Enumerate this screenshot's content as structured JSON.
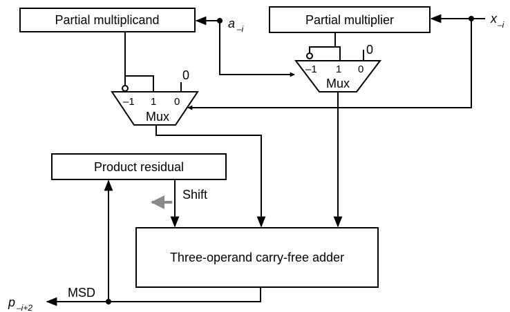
{
  "blocks": {
    "partial_multiplicand": "Partial multiplicand",
    "partial_multiplier": "Partial multiplier",
    "product_residual": "Product residual",
    "adder": "Three-operand carry-free adder"
  },
  "mux_left": {
    "label": "Mux",
    "in_neg": "–1",
    "in_one": "1",
    "in_zero": "0",
    "const": "0"
  },
  "mux_right": {
    "label": "Mux",
    "in_neg": "–1",
    "in_one": "1",
    "in_zero": "0",
    "const": "0"
  },
  "signals": {
    "a_base": "a",
    "a_sub": "–i",
    "x_base": "x",
    "x_sub": "–i",
    "p_base": "p",
    "p_sub": "–i+2",
    "msd": "MSD",
    "shift": "Shift"
  }
}
